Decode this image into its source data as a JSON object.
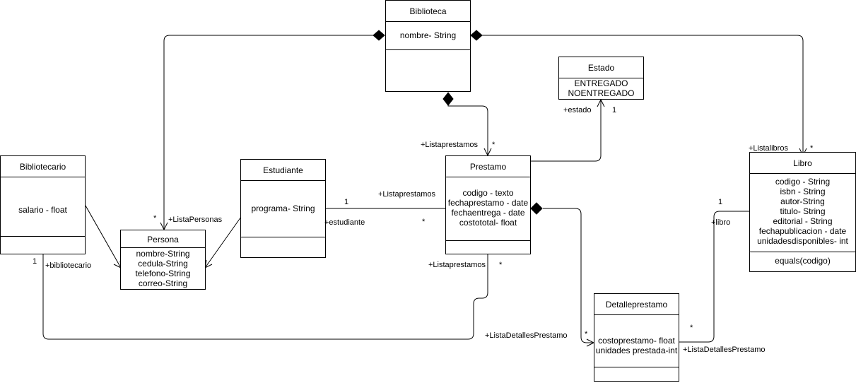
{
  "classes": {
    "biblioteca": {
      "name": "Biblioteca",
      "attributes": [
        "nombre- String"
      ]
    },
    "estado": {
      "name": "Estado",
      "attributes": [
        "ENTREGADO",
        "NOENTREGADO"
      ]
    },
    "bibliotecario": {
      "name": "Bibliotecario",
      "attributes": [
        "salario - float"
      ]
    },
    "estudiante": {
      "name": "Estudiante",
      "attributes": [
        "programa- String"
      ]
    },
    "prestamo": {
      "name": "Prestamo",
      "attributes": [
        "codigo - texto",
        "fechaprestamo - date",
        "fechaentrega - date",
        "costototal- float"
      ]
    },
    "libro": {
      "name": "Libro",
      "attributes": [
        "codigo - String",
        "isbn - String",
        "autor-String",
        "titulo- String",
        "editorial - String",
        "fechapublicacion - date",
        "unidadesdisponibles- int"
      ],
      "methods": [
        "equals(codigo)"
      ]
    },
    "persona": {
      "name": "Persona",
      "attributes": [
        "nombre-String",
        "cedula-String",
        "telefono-String",
        "correo-String"
      ]
    },
    "detalleprestamo": {
      "name": "Detalleprestamo",
      "attributes": [
        "costoprestamo- float",
        "unidades prestada-int"
      ]
    }
  },
  "labels": {
    "listapersonas": "+ListaPersonas",
    "listapersonas_mult": "*",
    "listaprestamos_top": "+Listaprestamos",
    "listaprestamos_top_mult": "*",
    "estado_role": "+estado",
    "estado_mult": "1",
    "listalibros": "+Listalibros",
    "listalibros_mult": "*",
    "listaprestamos_mid": "+Listaprestamos",
    "estudiante_one": "1",
    "estudiante_role": "+estudiante",
    "estudiante_mult": "*",
    "bibliotecario_one": "1",
    "bibliotecario_role": "+bibliotecario",
    "listaprestamos_bottom": "+Listaprestamos",
    "listaprestamos_bottom_mult": "*",
    "listadetalles_left": "+ListaDetallesPrestamo",
    "listadetalles_left_mult": "*",
    "libro_one": "1",
    "libro_role": "+libro",
    "listadetalles_right_mult": "*",
    "listadetalles_right": "+ListaDetallesPrestamo"
  }
}
